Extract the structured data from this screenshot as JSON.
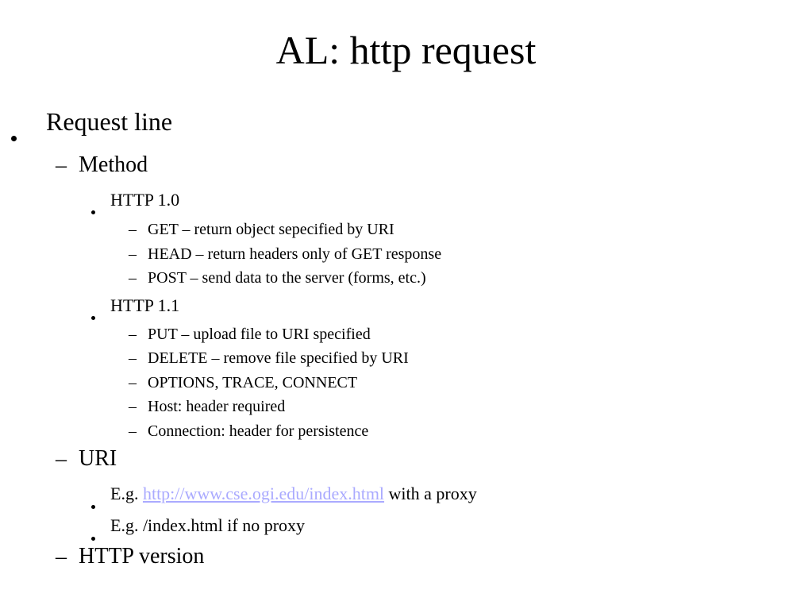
{
  "slide": {
    "title": "AL: http request",
    "bullet_glyph": "●",
    "dash_glyph": "–",
    "link_color": "#aaaaff",
    "items": {
      "request_line": "Request line",
      "method": "Method",
      "http10": "HTTP 1.0",
      "get": "GET – return object sepecified by URI",
      "head": "HEAD – return headers only of GET response",
      "post": "POST – send data to the server (forms, etc.)",
      "http11": "HTTP 1.1",
      "put": "PUT – upload file to URI specified",
      "delete": "DELETE – remove file specified by URI",
      "options": "OPTIONS, TRACE, CONNECT",
      "host": "Host: header required",
      "connection": "Connection: header for persistence",
      "uri": "URI",
      "eg1_prefix": "E.g. ",
      "eg1_link": "http://www.cse.ogi.edu/index.html",
      "eg1_suffix": " with a proxy",
      "eg2": "E.g. /index.html if no proxy",
      "http_version": "HTTP version"
    }
  }
}
